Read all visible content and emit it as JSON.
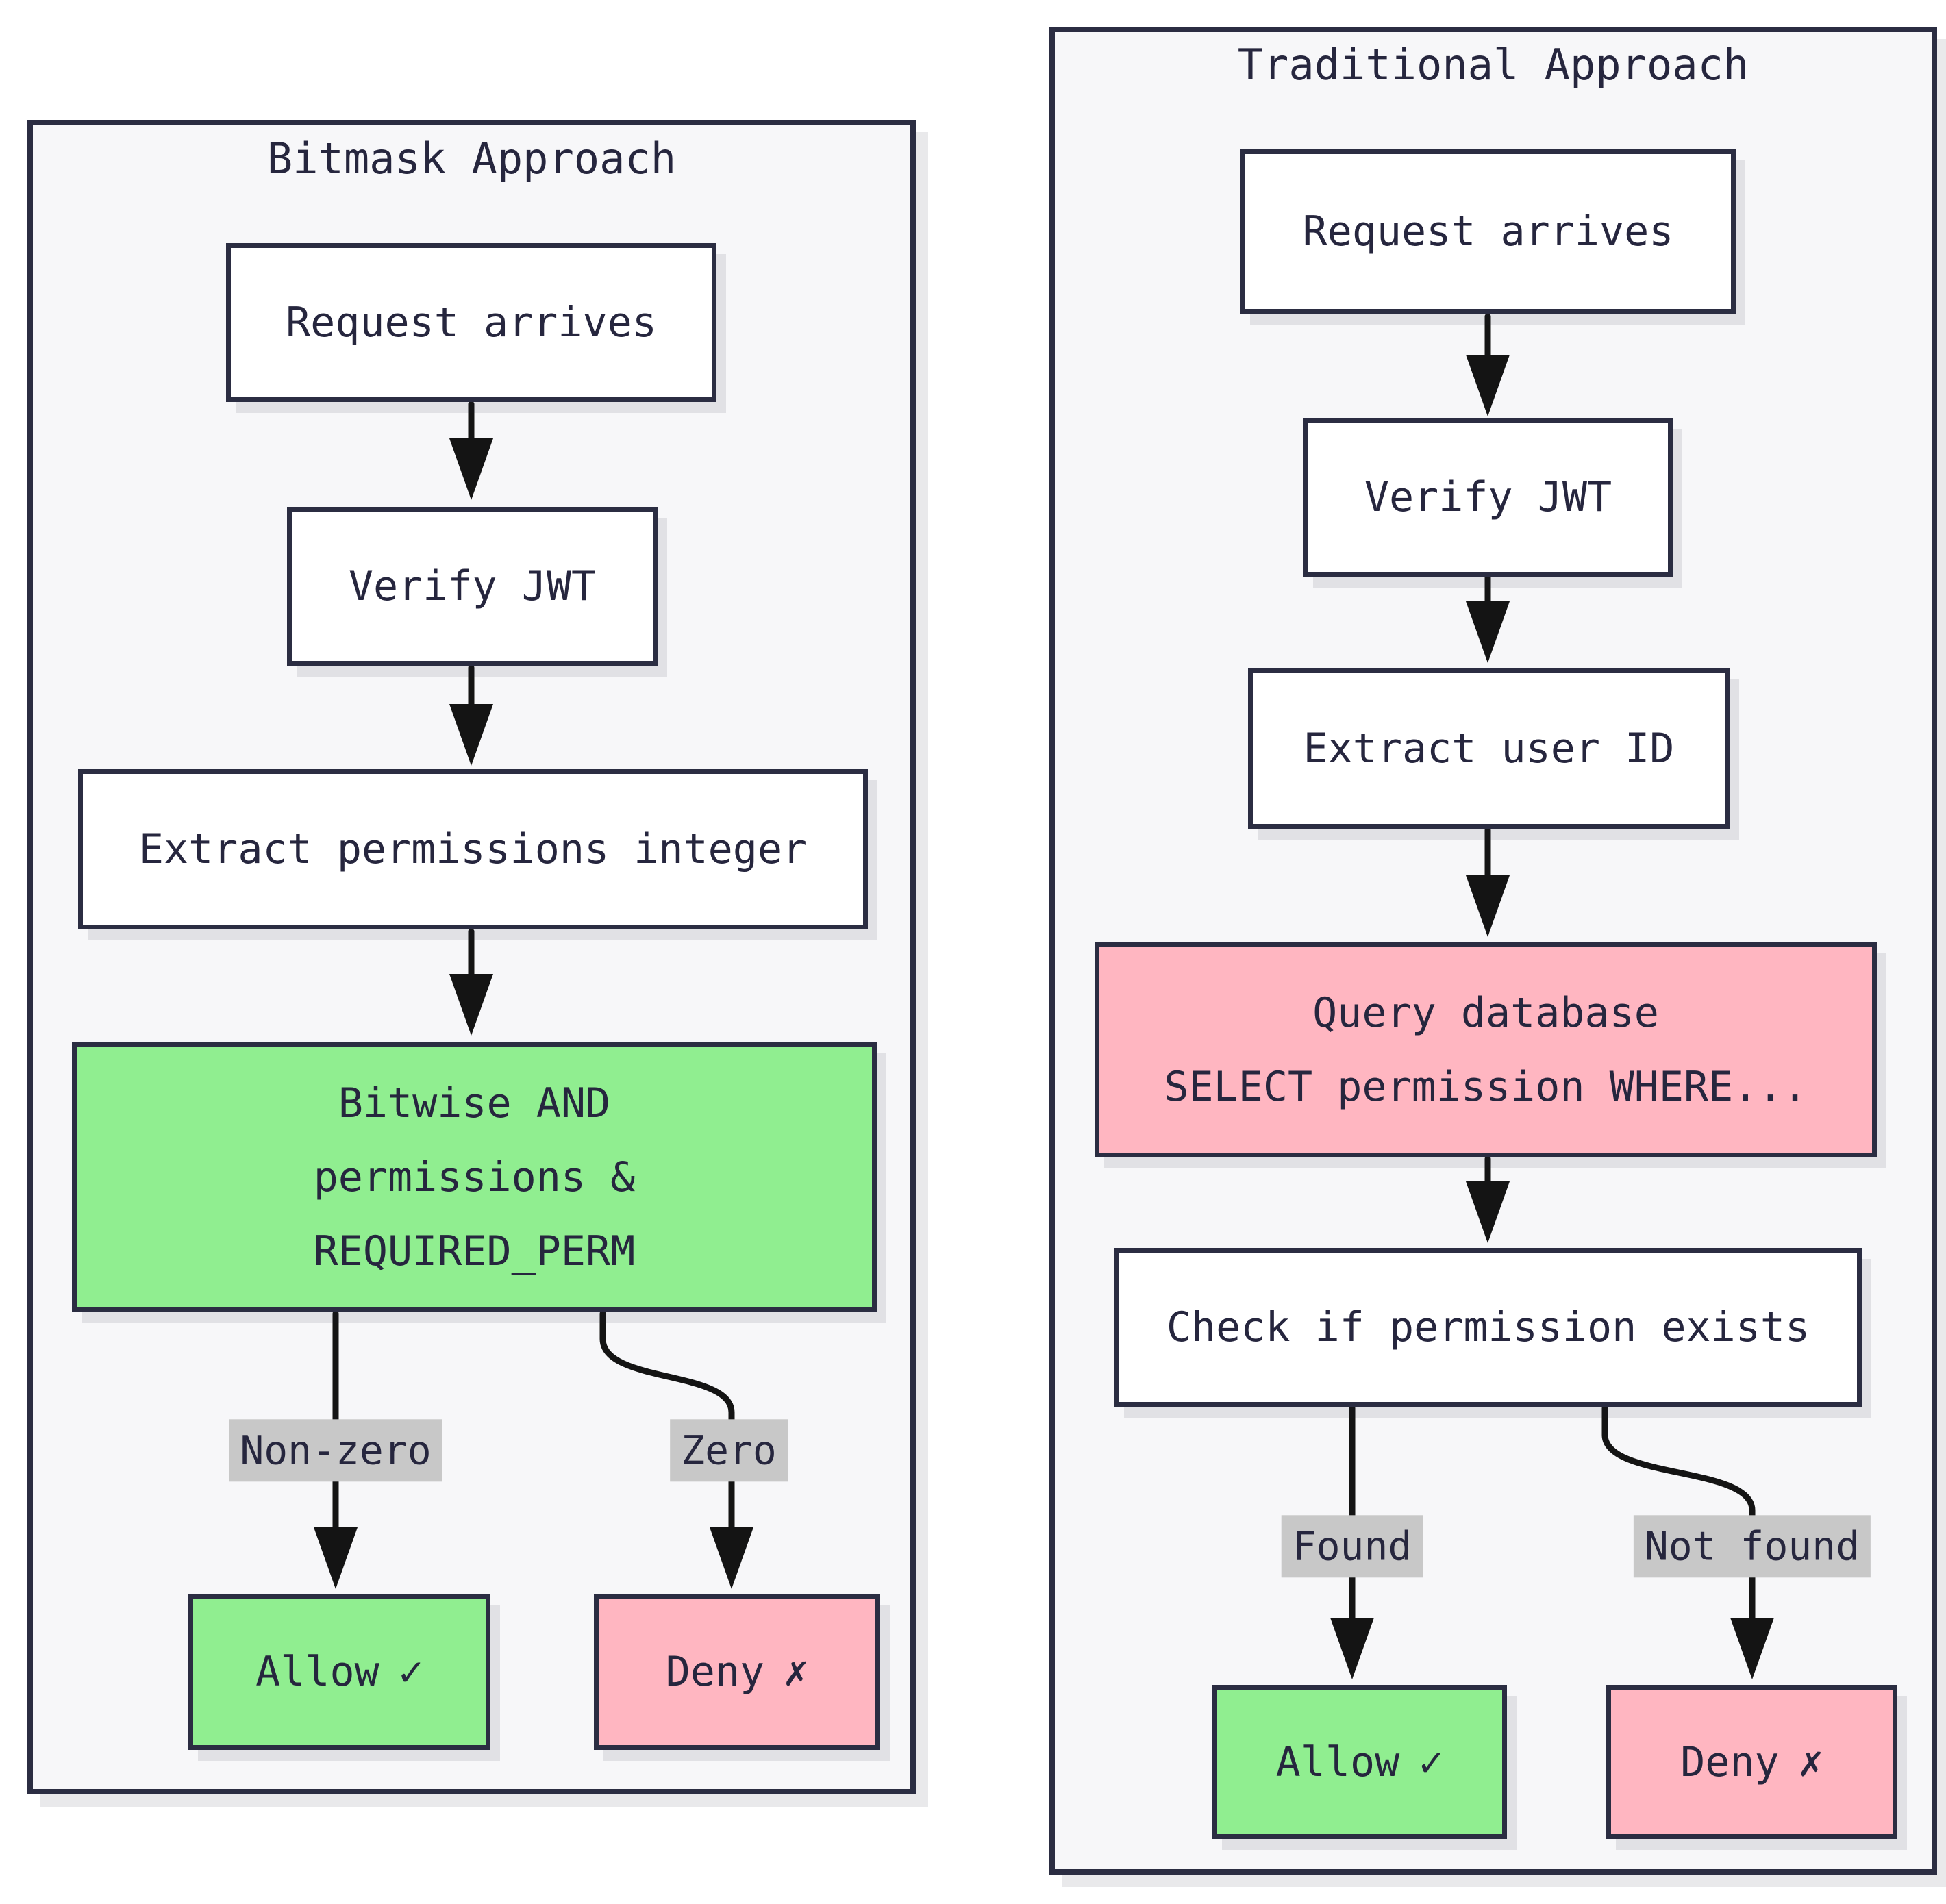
{
  "colors": {
    "ink": "#26263e",
    "border": "#2b2d42",
    "arrow": "#141414",
    "green": "#90ee90",
    "pink": "#ffb6c1",
    "gray_label": "#c8c8c8",
    "panel_bg": "#f7f7f9",
    "page_bg": "#ffffff"
  },
  "left_panel": {
    "title": "Bitmask Approach",
    "nodes": {
      "request": {
        "label": "Request arrives"
      },
      "verify": {
        "label": "Verify JWT"
      },
      "extract": {
        "label": "Extract permissions integer"
      },
      "bitwise": {
        "label": "Bitwise AND\npermissions &\nREQUIRED_PERM"
      },
      "allow": {
        "label": "Allow",
        "icon": "✓"
      },
      "deny": {
        "label": "Deny",
        "icon": "✗"
      }
    },
    "edge_labels": {
      "non_zero": "Non-zero",
      "zero": "Zero"
    }
  },
  "right_panel": {
    "title": "Traditional Approach",
    "nodes": {
      "request": {
        "label": "Request arrives"
      },
      "verify": {
        "label": "Verify JWT"
      },
      "extract": {
        "label": "Extract user ID"
      },
      "query": {
        "label": "Query database\nSELECT permission WHERE..."
      },
      "check": {
        "label": "Check if permission exists"
      },
      "allow": {
        "label": "Allow",
        "icon": "✓"
      },
      "deny": {
        "label": "Deny",
        "icon": "✗"
      }
    },
    "edge_labels": {
      "found": "Found",
      "not_found": "Not found"
    }
  }
}
